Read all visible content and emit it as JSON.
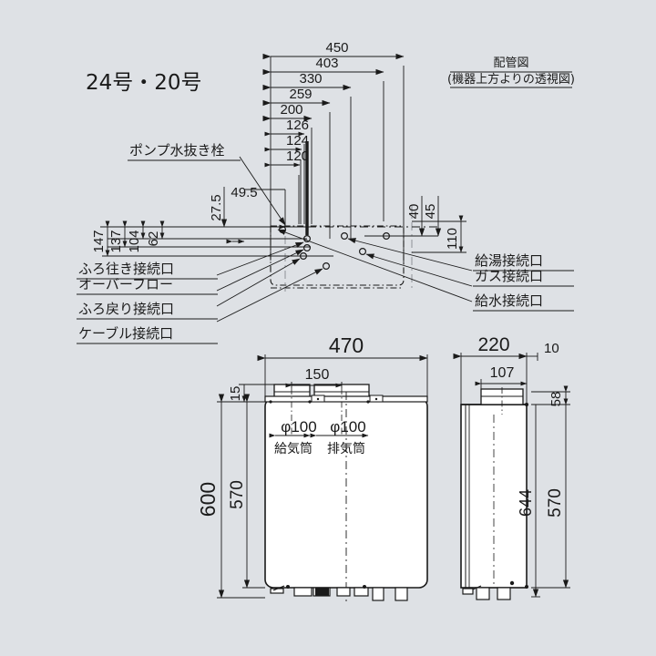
{
  "drawing": {
    "model_label": "24号・20号",
    "piping_view": {
      "title": "配管図",
      "subtitle": "(機器上方よりの透視図)"
    },
    "callouts_left": [
      {
        "name": "pump-drain-plug",
        "text": "ポンプ水抜き栓"
      },
      {
        "name": "bath-outlet-port",
        "text": "ふろ往き接続口"
      },
      {
        "name": "overflow",
        "text": "オーバーフロー"
      },
      {
        "name": "bath-return-port",
        "text": "ふろ戻り接続口"
      },
      {
        "name": "cable-port",
        "text": "ケーブル接続口"
      }
    ],
    "callouts_right": [
      {
        "name": "hot-water-port",
        "text": "給湯接続口"
      },
      {
        "name": "gas-port",
        "text": "ガス接続口"
      },
      {
        "name": "cold-water-port",
        "text": "給水接続口"
      }
    ],
    "dims_top": [
      "450",
      "403",
      "330",
      "259",
      "200",
      "126",
      "124",
      "120"
    ],
    "dims_left": [
      "147",
      "137",
      "104",
      "62"
    ],
    "dims_misc": [
      "27.5",
      "49.5"
    ],
    "dims_piping_right": [
      "40",
      "45",
      "110"
    ],
    "front_view": {
      "width_total": "470",
      "flue_spacing": "150",
      "top_offset": "15",
      "height_total": "600",
      "body_height": "570",
      "flue_intake_dia": "φ100",
      "flue_exhaust_dia": "φ100",
      "flue_intake_label": "給気筒",
      "flue_exhaust_label": "排気筒"
    },
    "side_view": {
      "depth_total": "220",
      "rear_offset": "10",
      "flue_offset": "107",
      "top_offset": "58",
      "height_mid": "644",
      "body_height": "570"
    },
    "colors": {
      "background": "#dee1e5",
      "line": "#1a1a1a",
      "body_fill": "#ffffff"
    }
  }
}
